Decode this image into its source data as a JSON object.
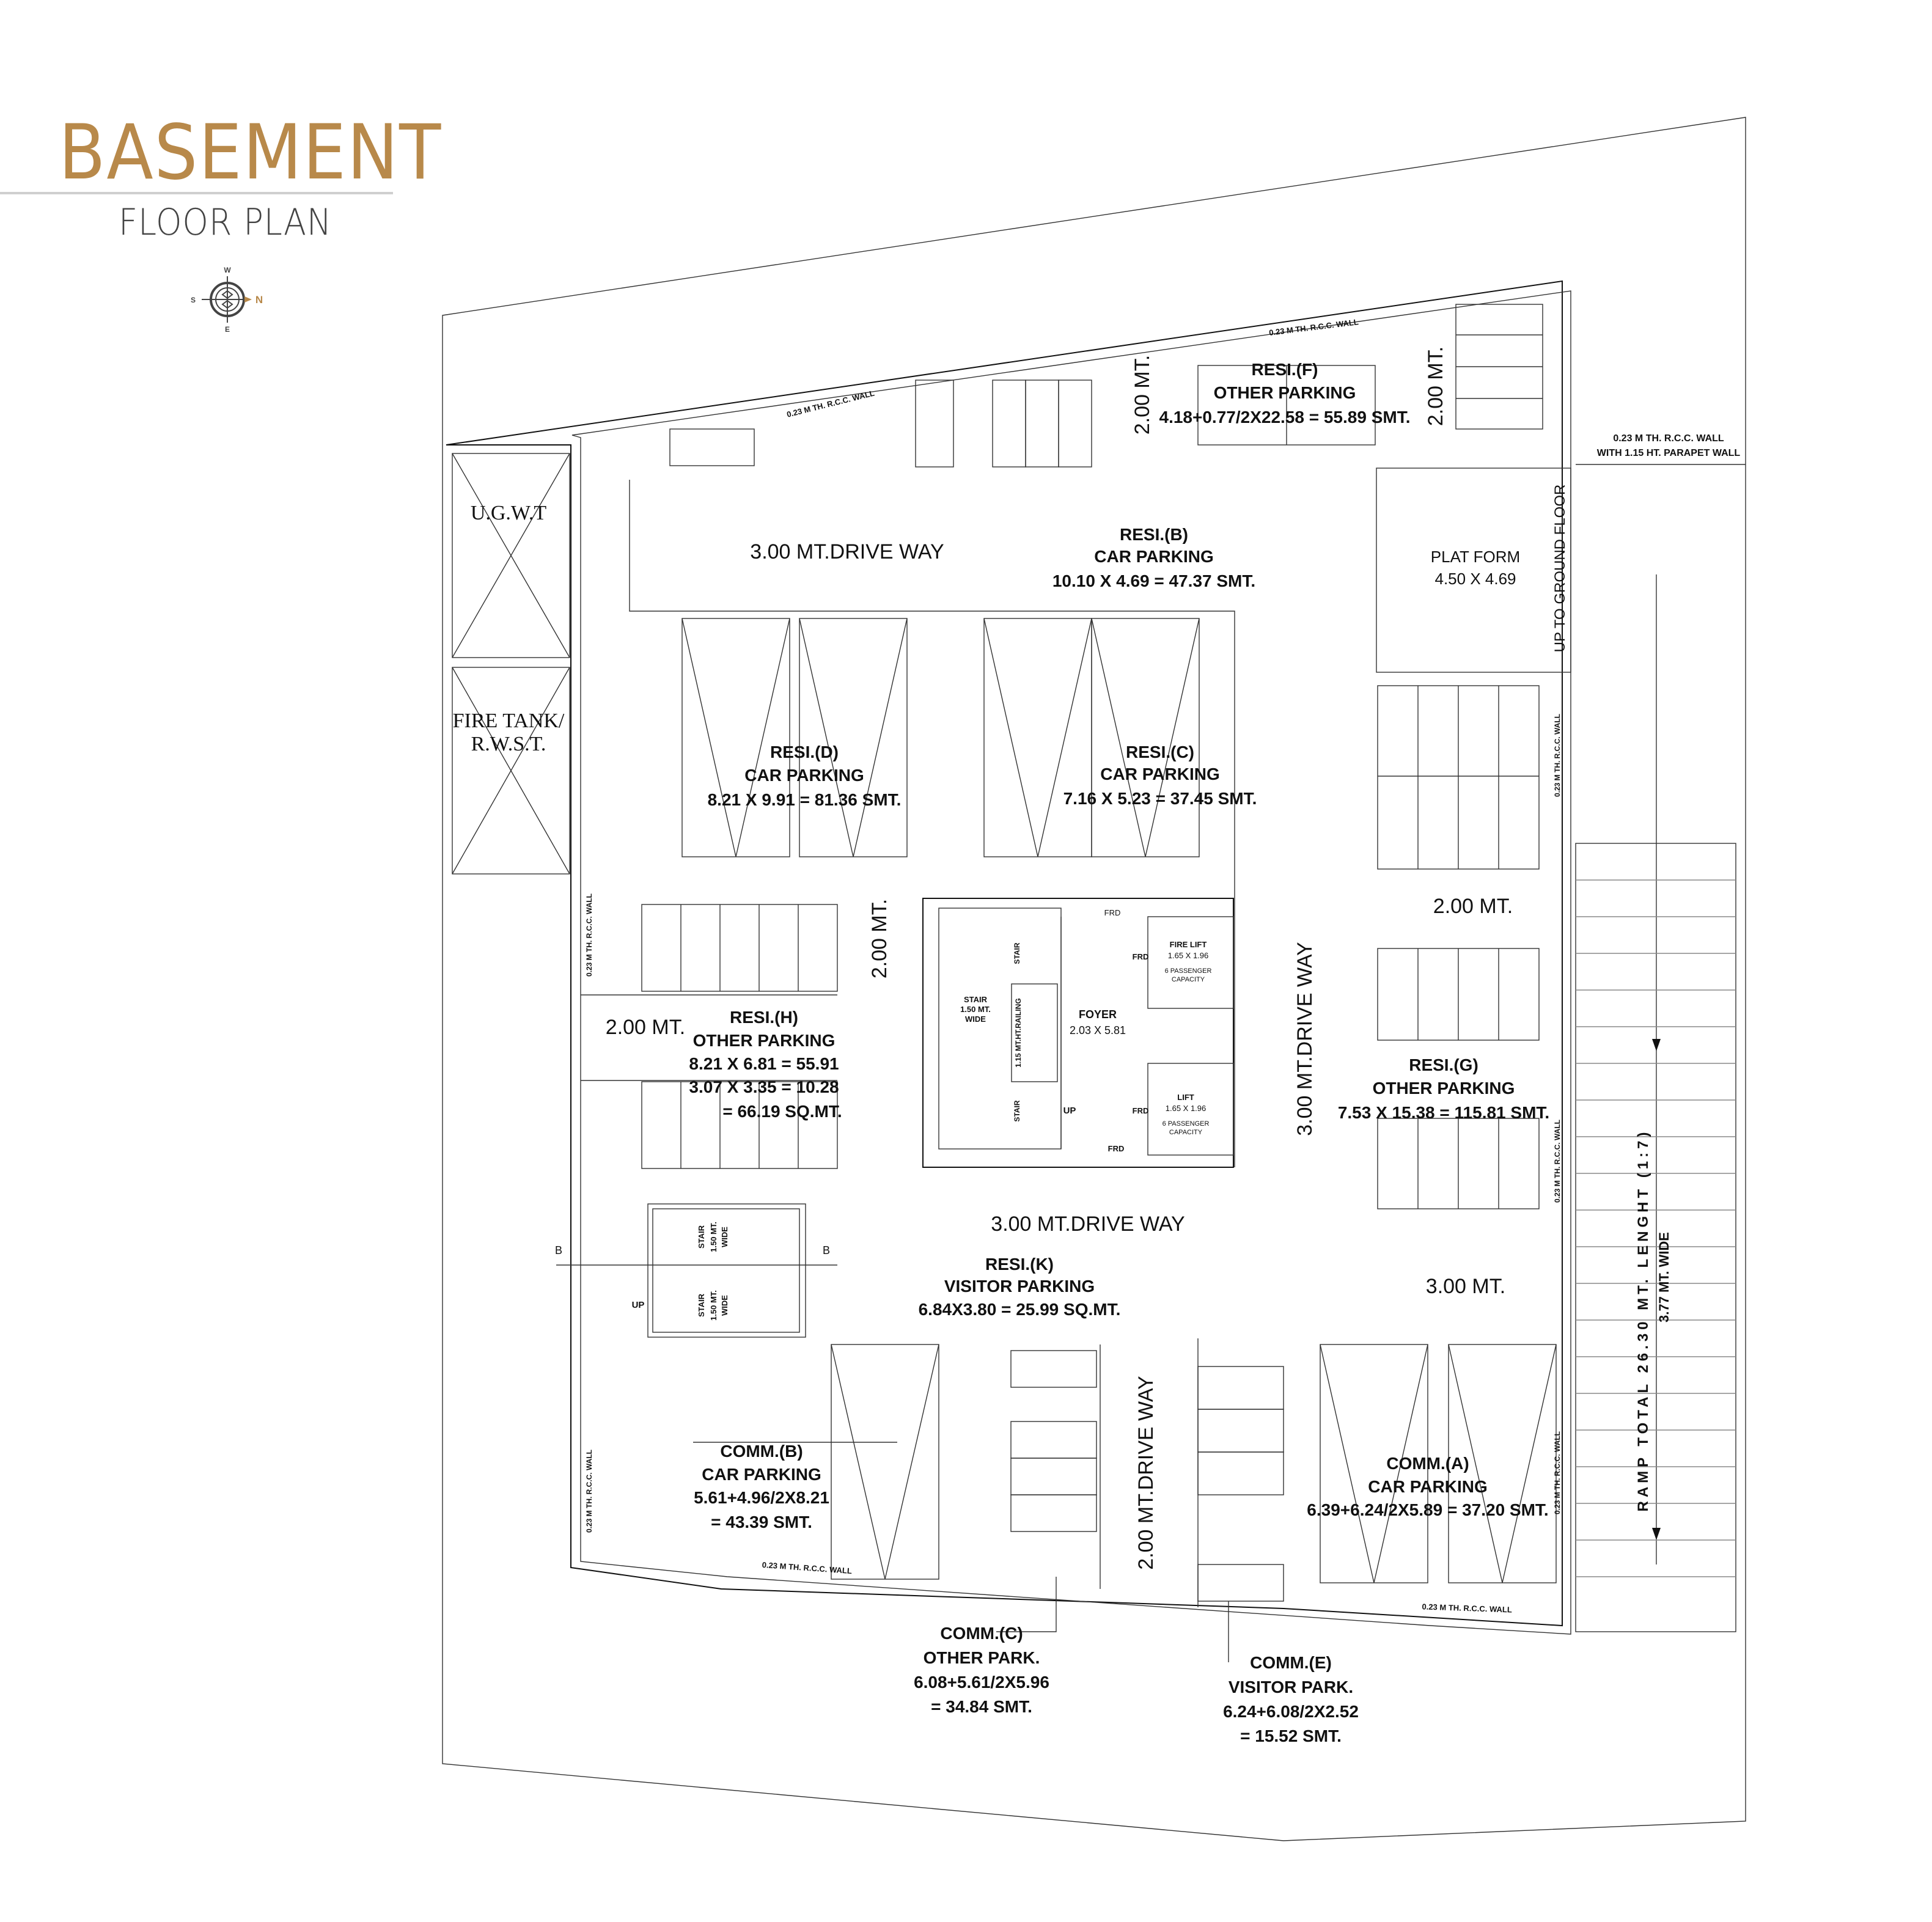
{
  "title": {
    "main": "BASEMENT",
    "sub": "FLOOR PLAN",
    "accent_color": "#B8894A"
  },
  "compass": {
    "north": "N",
    "south": "S",
    "east": "E",
    "west": "W",
    "icon": "compass-rose-icon"
  },
  "tanks": {
    "ugwt": "U.G.W.T",
    "fire_tank_line1": "FIRE TANK/",
    "fire_tank_line2": "R.W.S.T."
  },
  "walls": {
    "rcc_wall": "0.23 M TH. R.C.C. WALL",
    "parapet_line1": "0.23 M TH. R.C.C. WALL",
    "parapet_line2": "WITH 1.15 HT. PARAPET WALL"
  },
  "driveways": {
    "top": "3.00 MT.DRIVE WAY",
    "center_vertical": "3.00 MT.DRIVE WAY",
    "below_core": "3.00 MT.DRIVE WAY",
    "bottom_vertical": "2.00 MT.DRIVE WAY",
    "gap_top_mid": "2.00 MT.",
    "gap_top_right": "2.00 MT.",
    "gap_left_core": "2.00 MT.",
    "gap_left": "2.00 MT.",
    "gap_right": "2.00 MT.",
    "gap_right_lower": "3.00 MT."
  },
  "zones": {
    "resi_b": {
      "name": "RESI.(B)",
      "type": "CAR PARKING",
      "area": "10.10 X 4.69 = 47.37 SMT."
    },
    "resi_c": {
      "name": "RESI.(C)",
      "type": "CAR PARKING",
      "area": "7.16 X 5.23 = 37.45 SMT."
    },
    "resi_d": {
      "name": "RESI.(D)",
      "type": "CAR PARKING",
      "area": "8.21 X 9.91 = 81.36 SMT."
    },
    "resi_f": {
      "name": "RESI.(F)",
      "type": "OTHER PARKING",
      "area": "4.18+0.77/2X22.58 = 55.89 SMT."
    },
    "resi_g": {
      "name": "RESI.(G)",
      "type": "OTHER PARKING",
      "area": "7.53 X 15.38 = 115.81 SMT."
    },
    "resi_h": {
      "name": "RESI.(H)",
      "type": "OTHER PARKING",
      "calc1": "8.21 X 6.81 = 55.91",
      "calc2": "3.07 X 3.35 = 10.28",
      "area": "= 66.19 SQ.MT."
    },
    "resi_k": {
      "name": "RESI.(K)",
      "type": "VISITOR PARKING",
      "area": "6.84X3.80 = 25.99 SQ.MT."
    },
    "comm_a": {
      "name": "COMM.(A)",
      "type": "CAR PARKING",
      "area": "6.39+6.24/2X5.89 = 37.20 SMT."
    },
    "comm_b": {
      "name": "COMM.(B)",
      "type": "CAR PARKING",
      "calc": "5.61+4.96/2X8.21",
      "area": "= 43.39 SMT."
    },
    "comm_c": {
      "name": "COMM.(C)",
      "type": "OTHER PARK.",
      "calc": "6.08+5.61/2X5.96",
      "area": "= 34.84 SMT."
    },
    "comm_e": {
      "name": "COMM.(E)",
      "type": "VISITOR PARK.",
      "calc": "6.24+6.08/2X2.52",
      "area": "= 15.52 SMT."
    }
  },
  "core": {
    "foyer": "FOYER",
    "foyer_size": "2.03 X 5.81",
    "fire_lift": "FIRE LIFT",
    "fire_lift_size": "1.65 X 1.96",
    "lift": "LIFT",
    "lift_size": "1.65 X 1.96",
    "capacity_line1": "6 PASSENGER",
    "capacity_line2": "CAPACITY",
    "frd": "FRD",
    "stair": "STAIR",
    "stair_width": "1.50 MT.",
    "stair_wide": "WIDE",
    "railing": "1.15 MT.HT.RAILING",
    "up": "UP"
  },
  "stair_b": {
    "section_mark": "B",
    "stair": "STAIR",
    "width": "1.50 MT.",
    "wide": "WIDE",
    "up": "UP"
  },
  "platform": {
    "name": "PLAT FORM",
    "size": "4.50 X 4.69",
    "up_label": "UP TO GROUND FLOOR"
  },
  "ramp": {
    "label": "RAMP TOTAL 26.30 MT. LENGHT (1:7)",
    "width": "3.77 MT. WIDE"
  }
}
